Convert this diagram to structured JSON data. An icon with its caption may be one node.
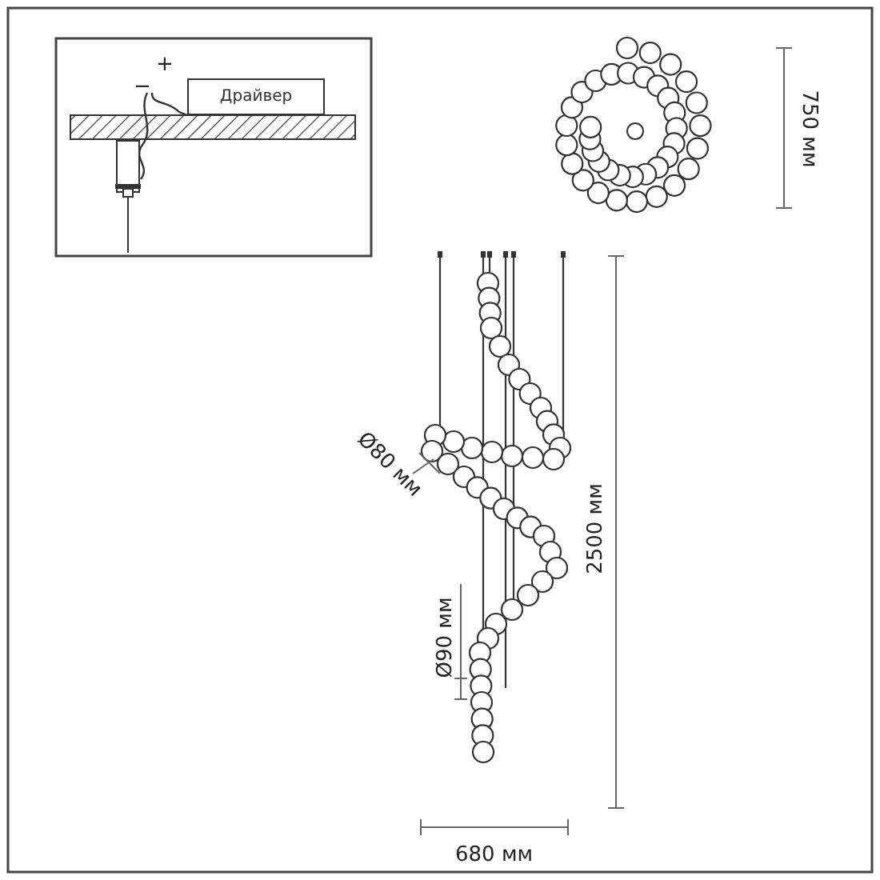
{
  "diagram": {
    "nodes": [
      {
        "text": [
          "Драйвер"
        ]
      }
    ],
    "labels": [
      "−",
      "+",
      "750 мм",
      "Ø80 мм",
      "Ø90 мм",
      "2500 мм",
      "680 мм"
    ]
  }
}
